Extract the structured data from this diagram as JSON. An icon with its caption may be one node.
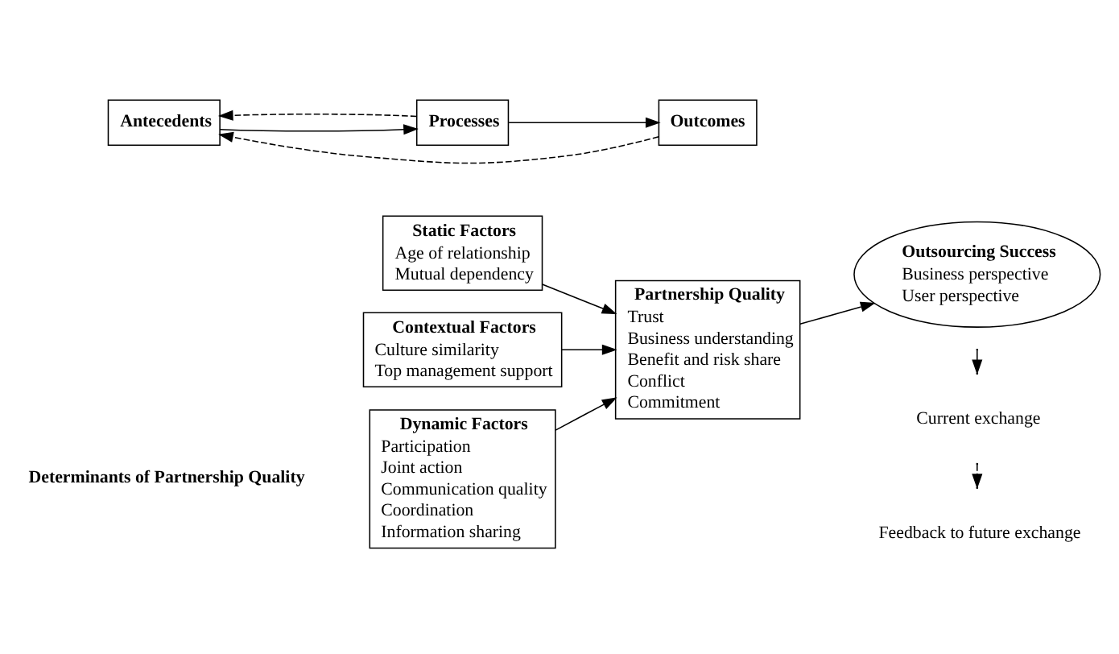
{
  "diagram": {
    "nodes": [
      {
        "text": [
          "Dynamic Factors",
          "Participation",
          "Joint action",
          "Communication quality",
          "Coordination",
          "Information sharing"
        ]
      },
      {
        "text": [
          "Static Factors",
          "Age of relationship",
          "Mutual dependency"
        ]
      },
      {
        "text": [
          "Contextual Factors",
          "Culture similarity",
          "Top management support"
        ]
      },
      {
        "text": [
          "Partnership Quality",
          "Trust",
          "Business understanding",
          "Benefit and risk share",
          "Conflict",
          "Commitment"
        ]
      },
      {
        "text": [
          "Outsourcing Success",
          "Business perspective",
          "User perspective"
        ]
      },
      {
        "text": [
          "Antecedents"
        ]
      },
      {
        "text": [
          "Processes"
        ]
      },
      {
        "text": [
          "Outcomes"
        ]
      }
    ],
    "edges": [
      {
        "from": 0,
        "to": 3,
        "arrow": "to"
      },
      {
        "from": 1,
        "to": 3,
        "arrow": "to"
      },
      {
        "from": 2,
        "to": 3,
        "arrow": "to"
      },
      {
        "from": 3,
        "to": 4,
        "arrow": "to"
      },
      {
        "from": 5,
        "to": 6,
        "arrow": "to"
      },
      {
        "from": 6,
        "to": 7,
        "arrow": "to"
      },
      {
        "from": 7,
        "to": 5,
        "arrow": "to",
        "style": "dashed"
      },
      {
        "from": 6,
        "to": 5,
        "arrow": "to",
        "style": "dashed"
      }
    ],
    "labels": [
      "Determinants of Partnership Quality"
    ],
    "legend": [
      {
        "text": "Current exchange"
      },
      {
        "text": "Feedback to future exchange"
      }
    ]
  }
}
